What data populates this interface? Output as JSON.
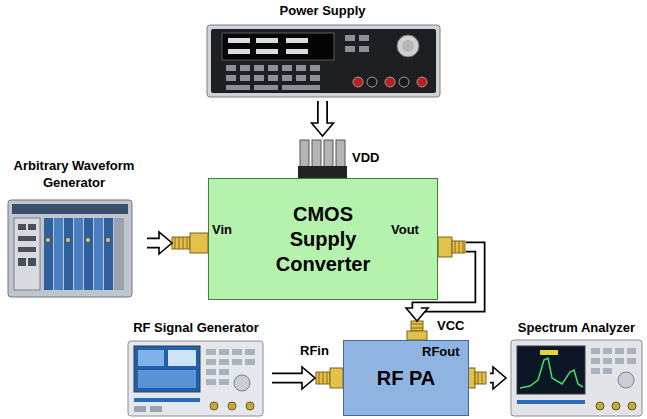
{
  "diagram": {
    "nodes": [
      {
        "text": [
          "Power Supply"
        ]
      },
      {
        "text": [
          "Arbitrary Waveform Generator"
        ]
      },
      {
        "text": [
          "CMOS Supply Converter"
        ]
      },
      {
        "text": [
          "RF Signal Generator"
        ]
      },
      {
        "text": [
          "RF PA"
        ]
      },
      {
        "text": [
          "Spectrum Analyzer"
        ]
      }
    ],
    "edges": [
      {
        "from": 0,
        "to": 2,
        "arrow": "to"
      },
      {
        "from": 1,
        "to": 2,
        "arrow": "to"
      },
      {
        "from": 2,
        "to": 4,
        "arrow": "to"
      },
      {
        "from": 3,
        "to": 4,
        "arrow": "to"
      },
      {
        "from": 4,
        "to": 5,
        "arrow": "to"
      }
    ],
    "labels": [
      "VDD",
      "Vin",
      "Vout",
      "VCC",
      "RFin",
      "RFout"
    ]
  }
}
